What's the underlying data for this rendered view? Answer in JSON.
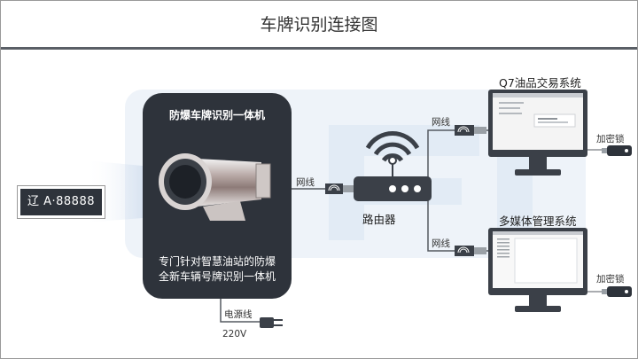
{
  "header": {
    "title": "车牌识别连接图"
  },
  "camera": {
    "title": "防爆车牌识别一体机",
    "desc_line1": "专门针对智慧油站的防爆",
    "desc_line2": "全新车辆号牌识别一体机"
  },
  "plate": {
    "text": "辽 A·88888"
  },
  "router": {
    "label": "路由器"
  },
  "cables": {
    "net_label_camera": "网线",
    "net_label_top": "网线",
    "net_label_bottom": "网线",
    "power_label": "电源线",
    "voltage_label": "220V"
  },
  "systems": {
    "top": {
      "title": "Q7油品交易系统",
      "dongle_label": "加密锁"
    },
    "bottom": {
      "title": "多媒体管理系统",
      "dongle_label": "加密锁"
    }
  },
  "icons": [
    "router-icon",
    "wifi-icon",
    "ethernet-plug-icon",
    "power-plug-icon",
    "monitor-icon",
    "usb-dongle-icon",
    "camera-icon"
  ],
  "colors": {
    "dark_panel": "#2e333b",
    "line": "#555a61",
    "light_blue": "#a7c6e8"
  }
}
